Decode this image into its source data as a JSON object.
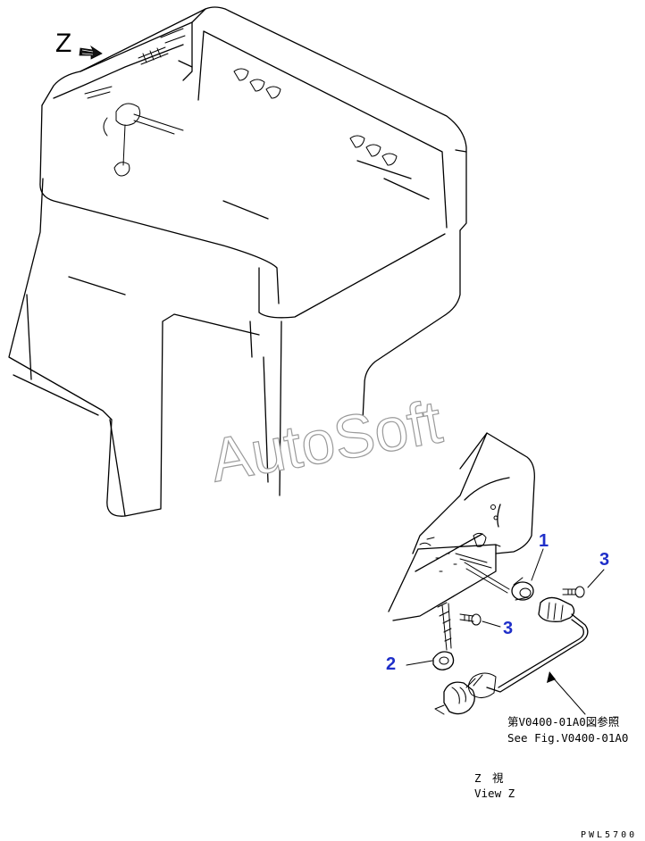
{
  "view_marker": {
    "letter": "Z"
  },
  "watermark": "AutoSoft",
  "callouts": [
    {
      "id": "1",
      "label": "1"
    },
    {
      "id": "2",
      "label": "2"
    },
    {
      "id": "3a",
      "label": "3"
    },
    {
      "id": "3b",
      "label": "3"
    }
  ],
  "reference_note": {
    "japanese": "第V0400-01A0図参照",
    "english": "See Fig.V0400-01A0"
  },
  "view_caption": {
    "japanese": "Z　視",
    "english": "View Z"
  },
  "drawing_code": "PWL5700"
}
